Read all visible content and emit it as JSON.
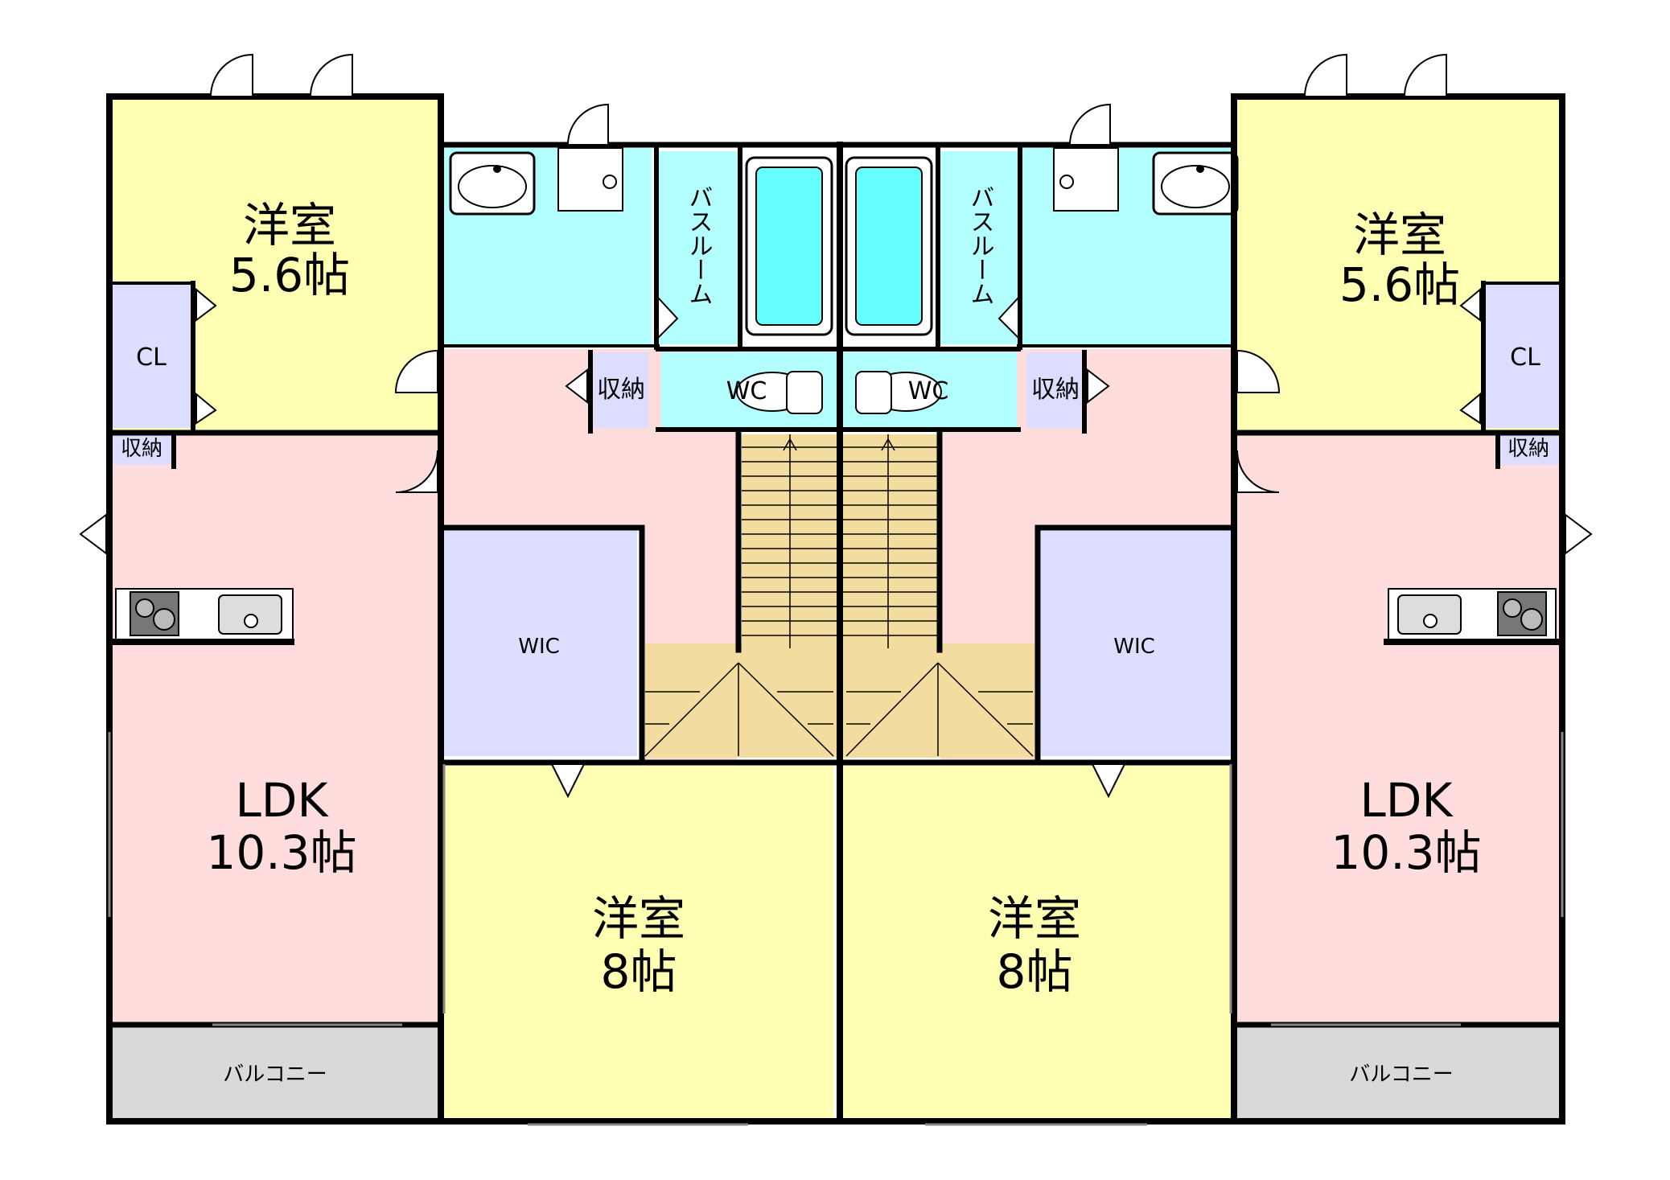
{
  "colors": {
    "western_room": "#FFFFB3",
    "ldk": "#FFDDDD",
    "water": "#B3FFFF",
    "storage": "#DDDDFF",
    "stairs": "#F2DCA0",
    "balcony": "#D9D9D9",
    "bath_tub": "#66FFFF",
    "wall": "#000000"
  },
  "left_unit": {
    "bedroom_small": {
      "name": "洋室",
      "size": "5.6帖"
    },
    "closet": "CL",
    "storage_corner": "収納",
    "storage_hall": "収納",
    "ldk": {
      "name": "LDK",
      "size": "10.3帖"
    },
    "balcony": "バルコニー",
    "bathroom": "バスルーム",
    "wc": "WC",
    "wic": "WIC",
    "bedroom_large": {
      "name": "洋室",
      "size": "8帖"
    }
  },
  "right_unit": {
    "bedroom_small": {
      "name": "洋室",
      "size": "5.6帖"
    },
    "closet": "CL",
    "storage_corner": "収納",
    "storage_hall": "収納",
    "ldk": {
      "name": "LDK",
      "size": "10.3帖"
    },
    "balcony": "バルコニー",
    "bathroom": "バスルーム",
    "wc": "WC",
    "wic": "WIC",
    "bedroom_large": {
      "name": "洋室",
      "size": "8帖"
    }
  }
}
